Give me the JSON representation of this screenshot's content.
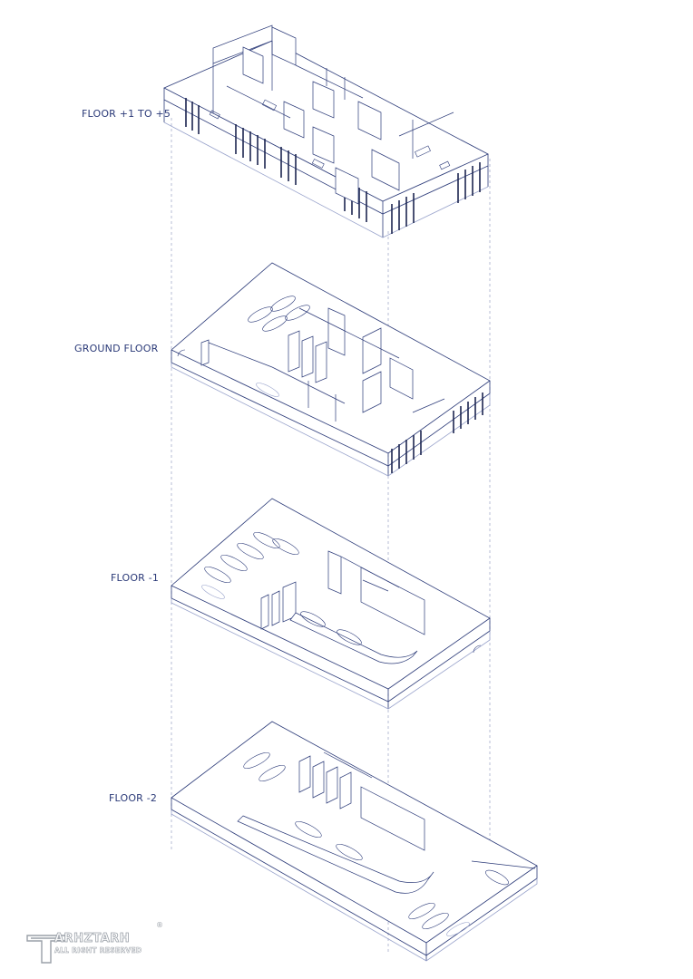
{
  "floors": [
    {
      "label": "FLOOR +1 TO +5"
    },
    {
      "label": "GROUND FLOOR"
    },
    {
      "label": "FLOOR -1"
    },
    {
      "label": "FLOOR -2"
    }
  ],
  "colors": {
    "line": "#2b3a78",
    "faint": "#9aa4cc",
    "dash": "#8890b8",
    "logo": "#9aa0a8"
  },
  "logo": {
    "name": "ARHZTARH",
    "tagline": "ALL RIGHT RESERVED",
    "mark": "®"
  }
}
